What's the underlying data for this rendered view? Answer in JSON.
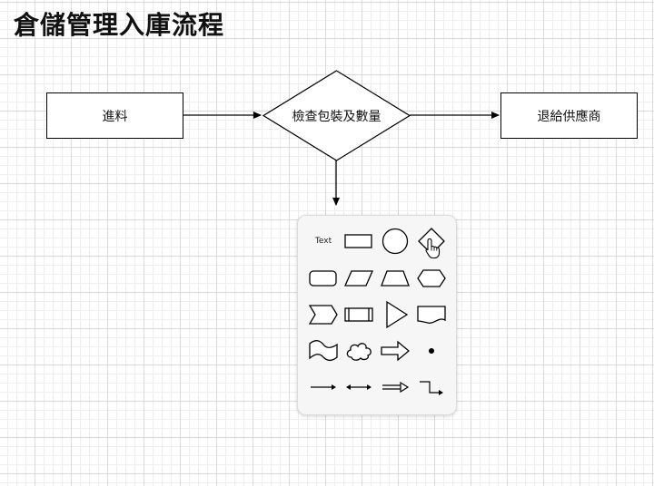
{
  "diagram": {
    "title": "倉儲管理入庫流程",
    "nodes": {
      "incoming": "進料",
      "inspect": "檢查包裝及數量",
      "return_supplier": "退給供應商"
    }
  },
  "shape_palette": {
    "text_tool_label": "Text",
    "tools": [
      "text",
      "rectangle",
      "ellipse",
      "rhombus",
      "rounded-rectangle",
      "parallelogram",
      "trapezoid",
      "hexagon",
      "step",
      "process",
      "triangle",
      "document",
      "tape",
      "cloud",
      "single-arrow",
      "waypoint",
      "line",
      "bidirectional-connector",
      "double-arrow",
      "orthogonal-connector"
    ]
  },
  "icons": [
    "hand-pointer-icon"
  ]
}
